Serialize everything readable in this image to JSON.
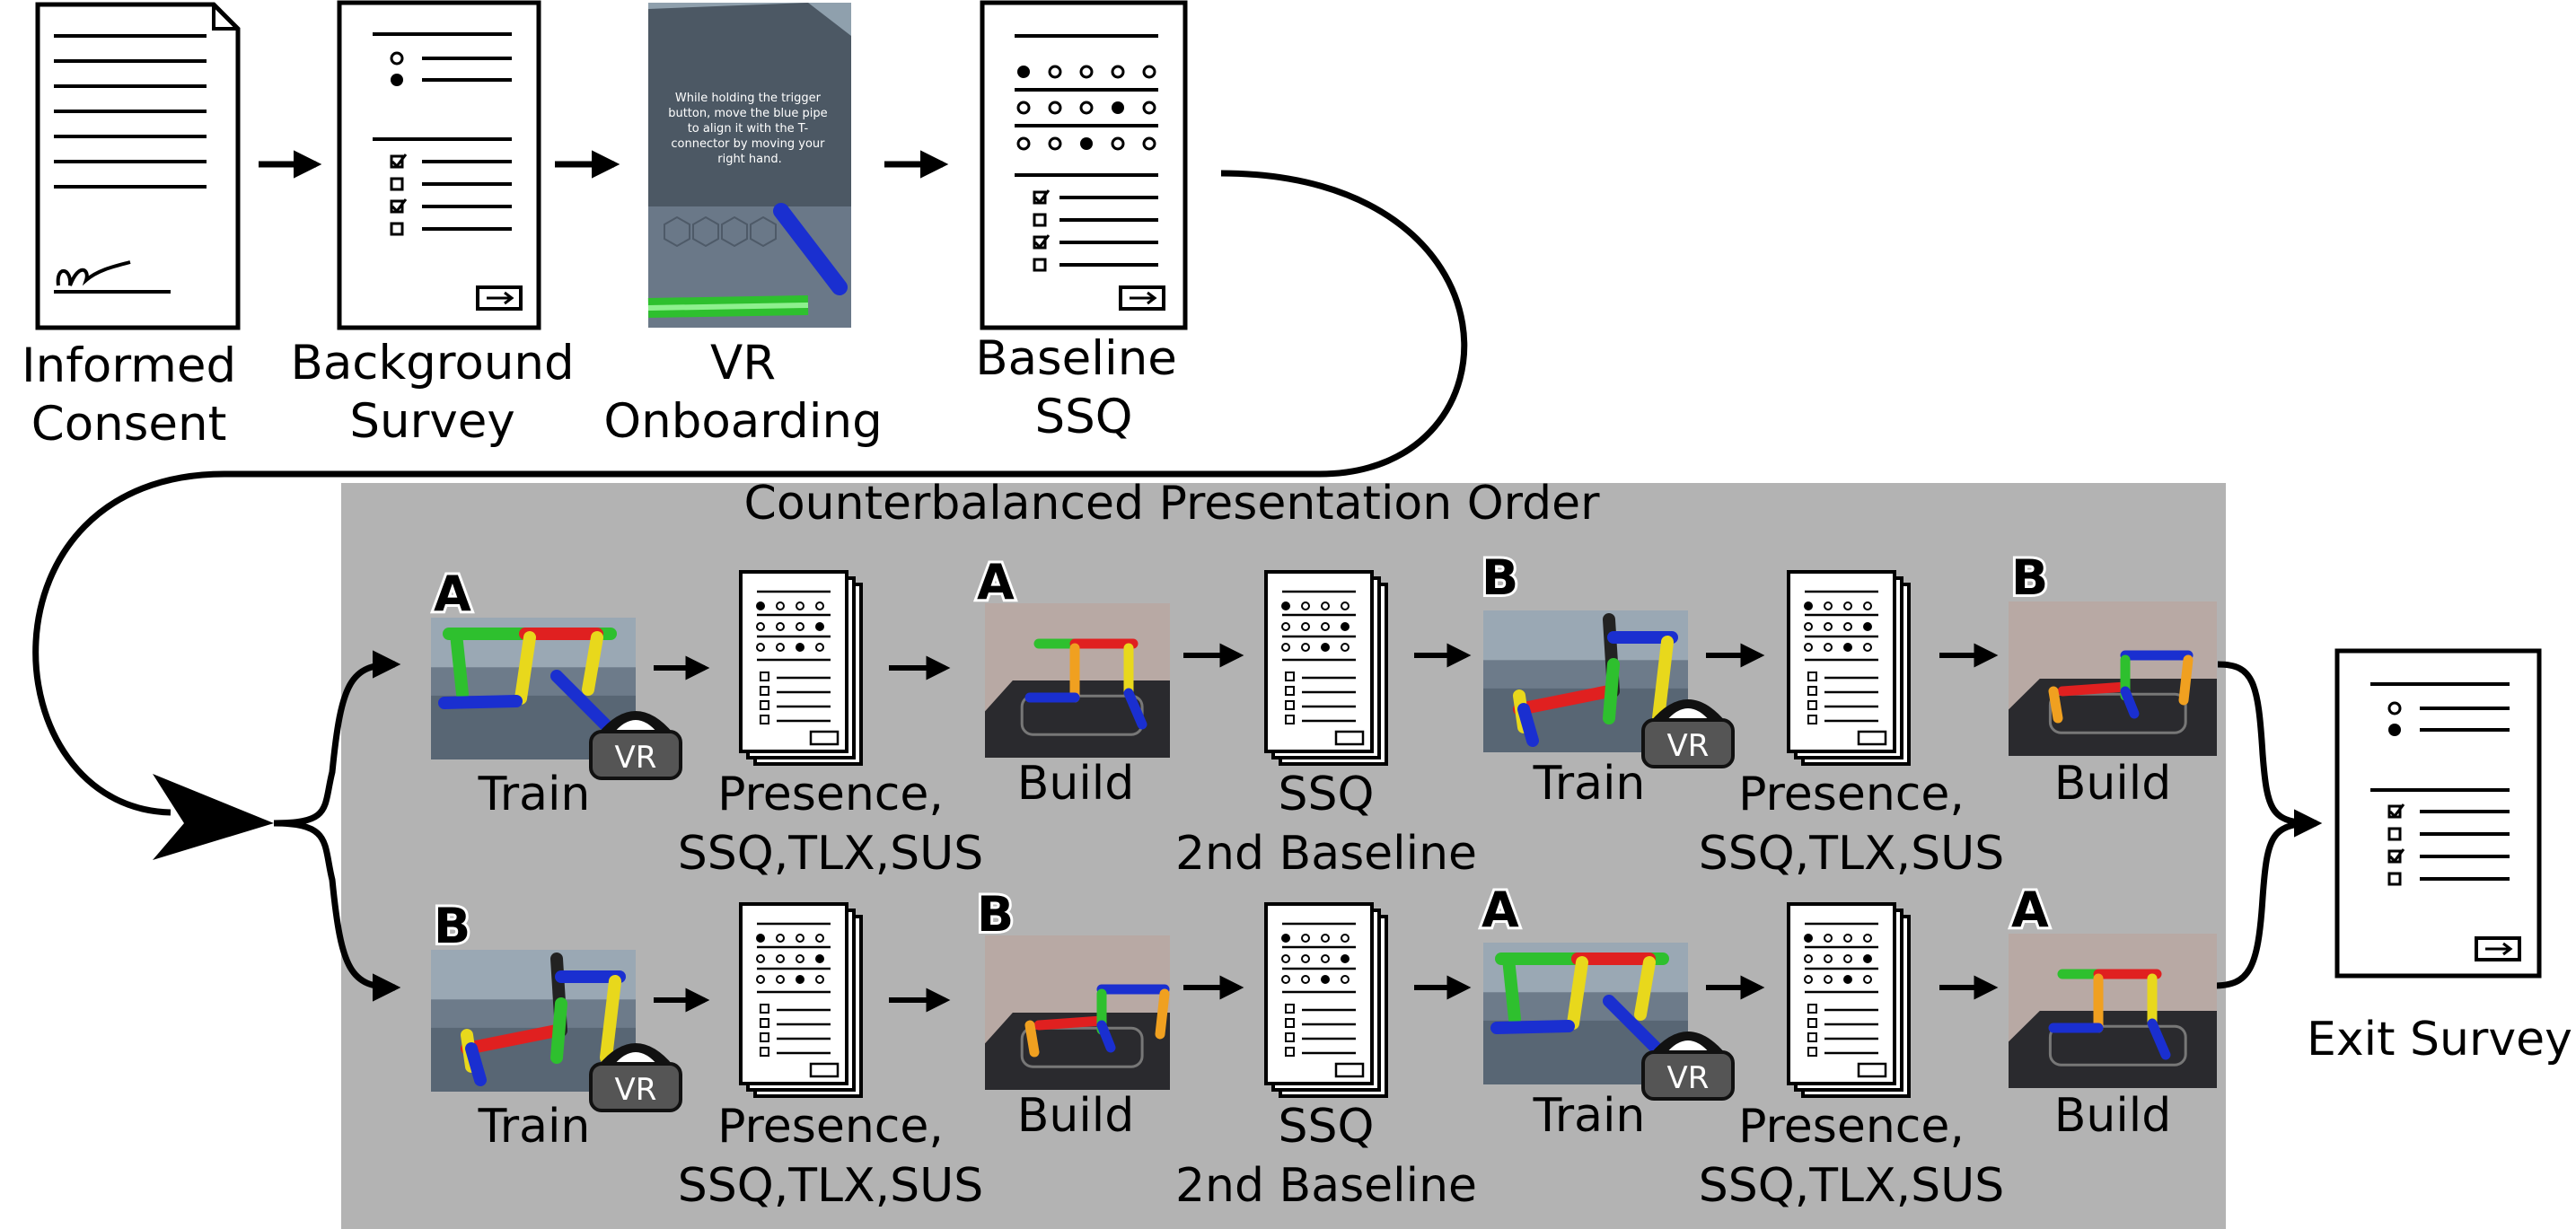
{
  "steps": {
    "consent": [
      "Informed",
      "Consent"
    ],
    "background": [
      "Background",
      "Survey"
    ],
    "onboarding": [
      "VR",
      "Onboarding"
    ],
    "baseline": [
      "Baseline",
      "SSQ"
    ],
    "exit": "Exit Survey"
  },
  "onboarding_instruction": [
    "While holding the trigger",
    "button, move the blue pipe",
    "to align it with the T-",
    "connector by moving your",
    "right hand."
  ],
  "panel_title": "Counterbalanced Presentation Order",
  "vr_badge": "VR",
  "rows": [
    {
      "train_condition": "A",
      "build_condition": "A",
      "train2_condition": "B",
      "build2_condition": "B",
      "train_label": "Train",
      "build_label": "Build",
      "survey_label": [
        "Presence,",
        "SSQ,TLX,SUS"
      ],
      "ssq_label": [
        "SSQ",
        "2nd Baseline"
      ]
    },
    {
      "train_condition": "B",
      "build_condition": "B",
      "train2_condition": "A",
      "build2_condition": "A",
      "train_label": "Train",
      "build_label": "Build",
      "survey_label": [
        "Presence,",
        "SSQ,TLX,SUS"
      ],
      "ssq_label": [
        "SSQ",
        "2nd Baseline"
      ]
    }
  ],
  "colors": {
    "panel": "#b3b3b3",
    "pipe_red": "#e02020",
    "pipe_green": "#2ec02e",
    "pipe_blue": "#1a2fd0",
    "pipe_yellow": "#e8d81c",
    "pipe_orange": "#f0a020",
    "badge": "#555555"
  }
}
